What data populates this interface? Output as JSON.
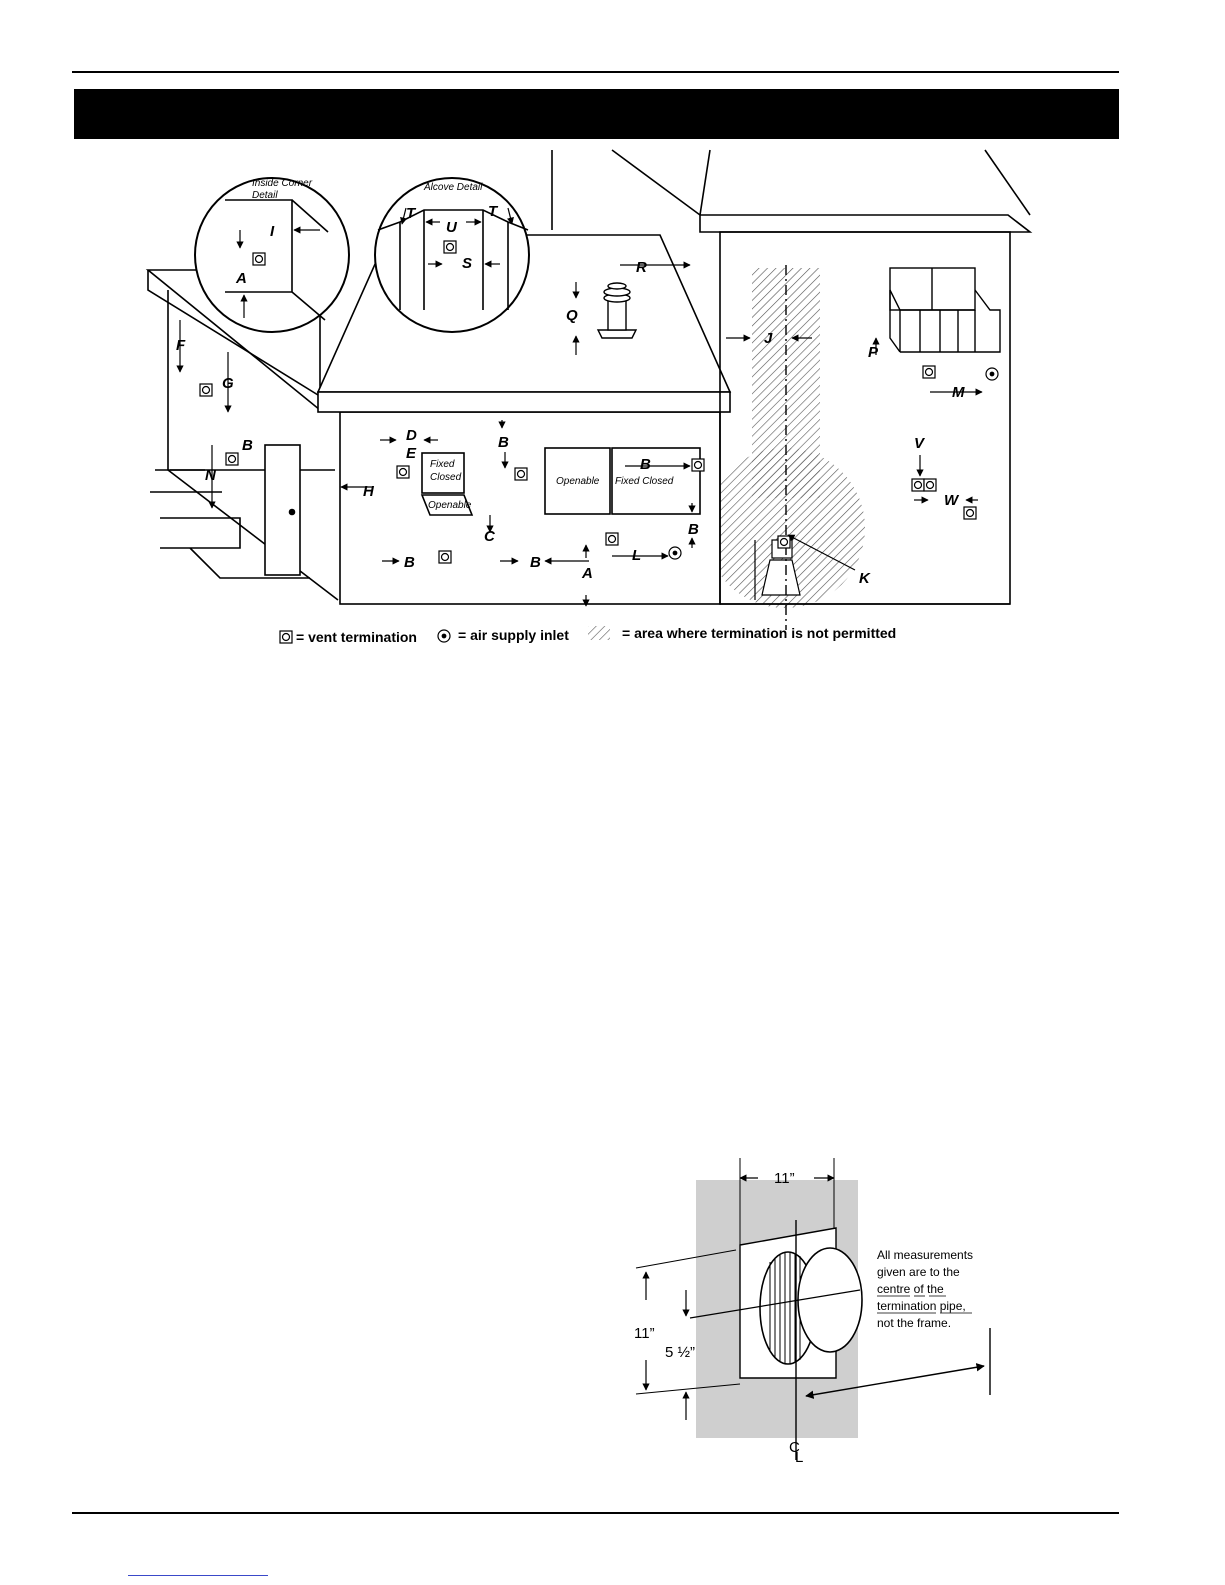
{
  "diagram": {
    "labels": {
      "A": "A",
      "B": "B",
      "C": "C",
      "D": "D",
      "E": "E",
      "F": "F",
      "G": "G",
      "H": "H",
      "I": "I",
      "J": "J",
      "K": "K",
      "L": "L",
      "M": "M",
      "N": "N",
      "P": "P",
      "Q": "Q",
      "R": "R",
      "S": "S",
      "T": "T",
      "U": "U",
      "V": "V",
      "W": "W"
    },
    "details": {
      "inside_corner": "Inside Corner",
      "inside_corner_2": "Detail",
      "alcove": "Alcove Detail"
    },
    "windows": {
      "fixed_closed_1": "Fixed",
      "fixed_closed_2": "Closed",
      "openable": "Openable",
      "fixed_closed": "Fixed Closed"
    },
    "legend": {
      "vent": "= vent termination",
      "air": "= air supply inlet",
      "area": "= area where termination is not permitted"
    }
  },
  "termination": {
    "width": "11”",
    "height": "11”",
    "half": "5 ½”",
    "centerline_c": "C",
    "centerline_l": "L",
    "note": [
      "All measurements",
      "given are to the",
      "centre of the",
      "termination pipe,",
      "not the frame."
    ]
  }
}
